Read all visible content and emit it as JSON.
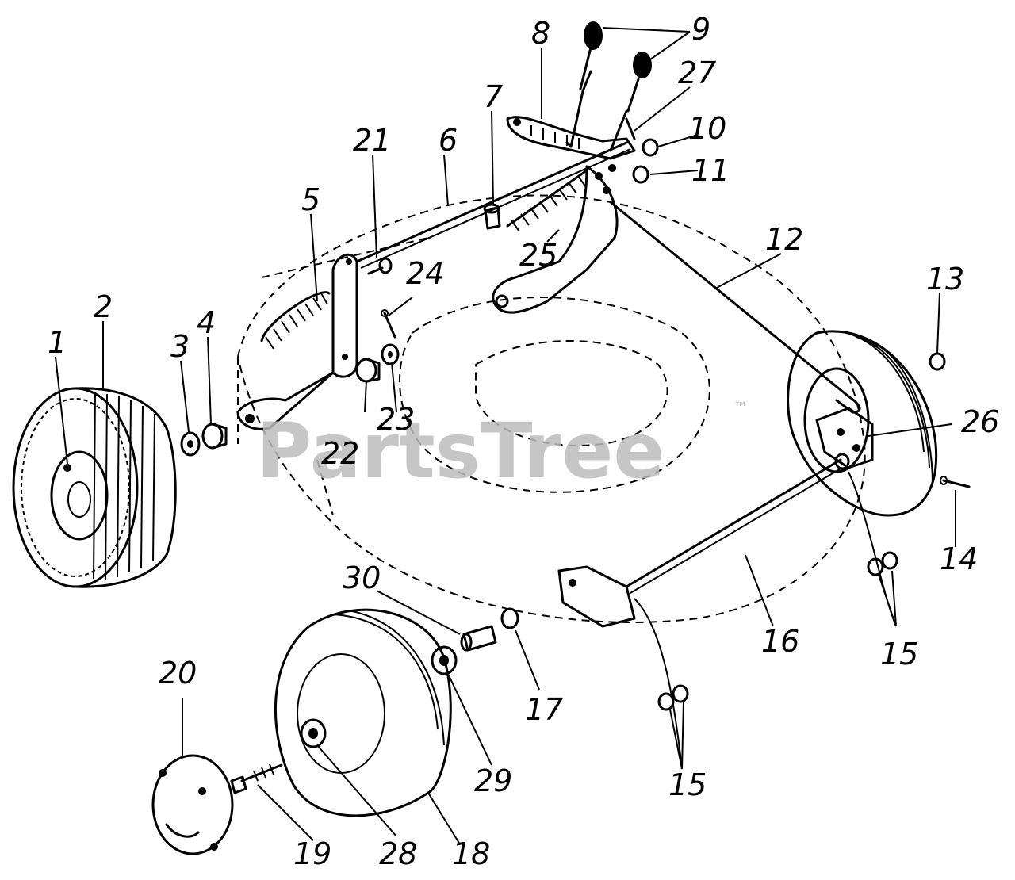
{
  "watermark": {
    "text": "PartsTree",
    "trademark": "™"
  },
  "callouts": [
    "1",
    "2",
    "3",
    "4",
    "5",
    "6",
    "7",
    "8",
    "9",
    "10",
    "11",
    "12",
    "13",
    "14",
    "15",
    "16",
    "17",
    "18",
    "19",
    "20",
    "21",
    "22",
    "23",
    "24",
    "25",
    "26",
    "27",
    "28",
    "29",
    "30"
  ],
  "colors": {
    "ink": "#000000",
    "watermark": "#bdbdbd",
    "paper": "#ffffff"
  }
}
